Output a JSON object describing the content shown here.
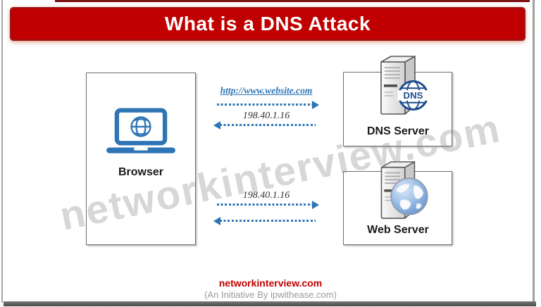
{
  "header": {
    "title": "What is a DNS Attack"
  },
  "nodes": {
    "browser": {
      "label": "Browser"
    },
    "dns_server": {
      "label": "DNS Server",
      "badge": "DNS"
    },
    "web_server": {
      "label": "Web Server"
    }
  },
  "flows": {
    "dns_query": {
      "label": "http://www.website.com",
      "direction": "browser-to-dns"
    },
    "dns_response": {
      "label": "198.40.1.16",
      "direction": "dns-to-browser"
    },
    "web_request": {
      "label": "198.40.1.16",
      "direction": "browser-to-web"
    },
    "web_response": {
      "label": "",
      "direction": "web-to-browser"
    }
  },
  "watermark": {
    "text": "networkinterview.com"
  },
  "footer": {
    "site": "networkinterview.com",
    "initiative": "(An Initiative By ipwithease.com)"
  },
  "colors": {
    "banner_red": "#c00000",
    "accent_blue": "#2e75b6",
    "badge_blue": "#1f4e8c",
    "box_border_gray": "#6e6e6e",
    "watermark_gray": "#8f8f8f",
    "footer_red": "#c00000",
    "footer_gray": "#9a9a9a"
  }
}
